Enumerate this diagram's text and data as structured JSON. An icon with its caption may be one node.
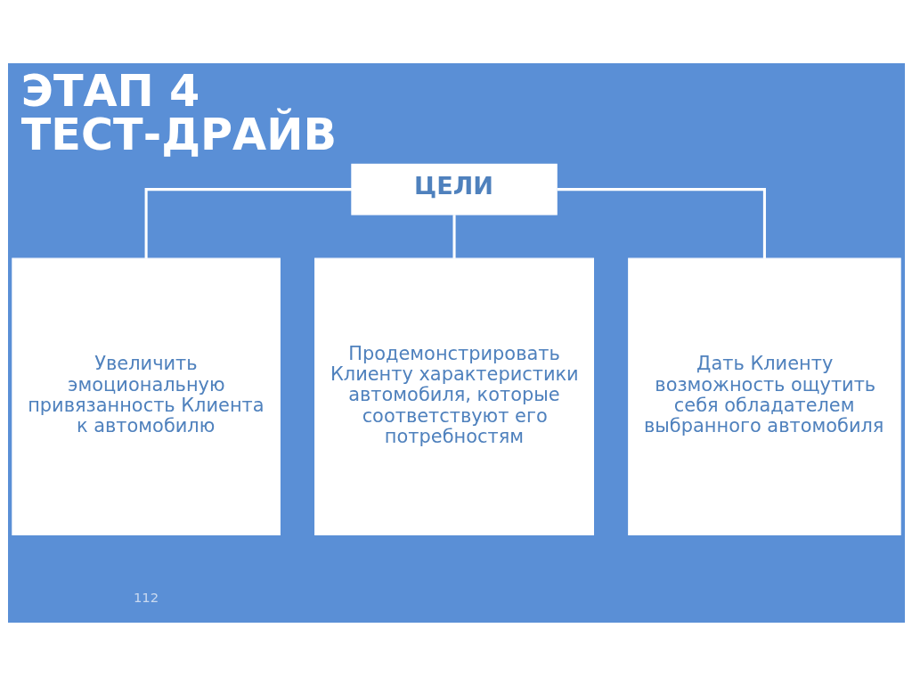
{
  "diagram": {
    "title": "ЭТАП 4 ТЕСТ-ДРАЙВ",
    "nodes": [
      {
        "text": [
          "ЦЕЛИ"
        ]
      },
      {
        "text": [
          "Увеличить эмоциональную привязанность Клиента к автомобилю"
        ]
      },
      {
        "text": [
          "Продемонстрировать Клиенту характеристики автомобиля, которые соответствуют его потребностям"
        ]
      },
      {
        "text": [
          "Дать Клиенту возможность ощутить себя обладателем выбранного автомобиля"
        ]
      }
    ],
    "edges": [
      {
        "from": 0,
        "to": 1,
        "arrow": "none"
      },
      {
        "from": 0,
        "to": 2,
        "arrow": "none"
      },
      {
        "from": 0,
        "to": 3,
        "arrow": "none"
      }
    ],
    "labels": [
      "112"
    ]
  }
}
